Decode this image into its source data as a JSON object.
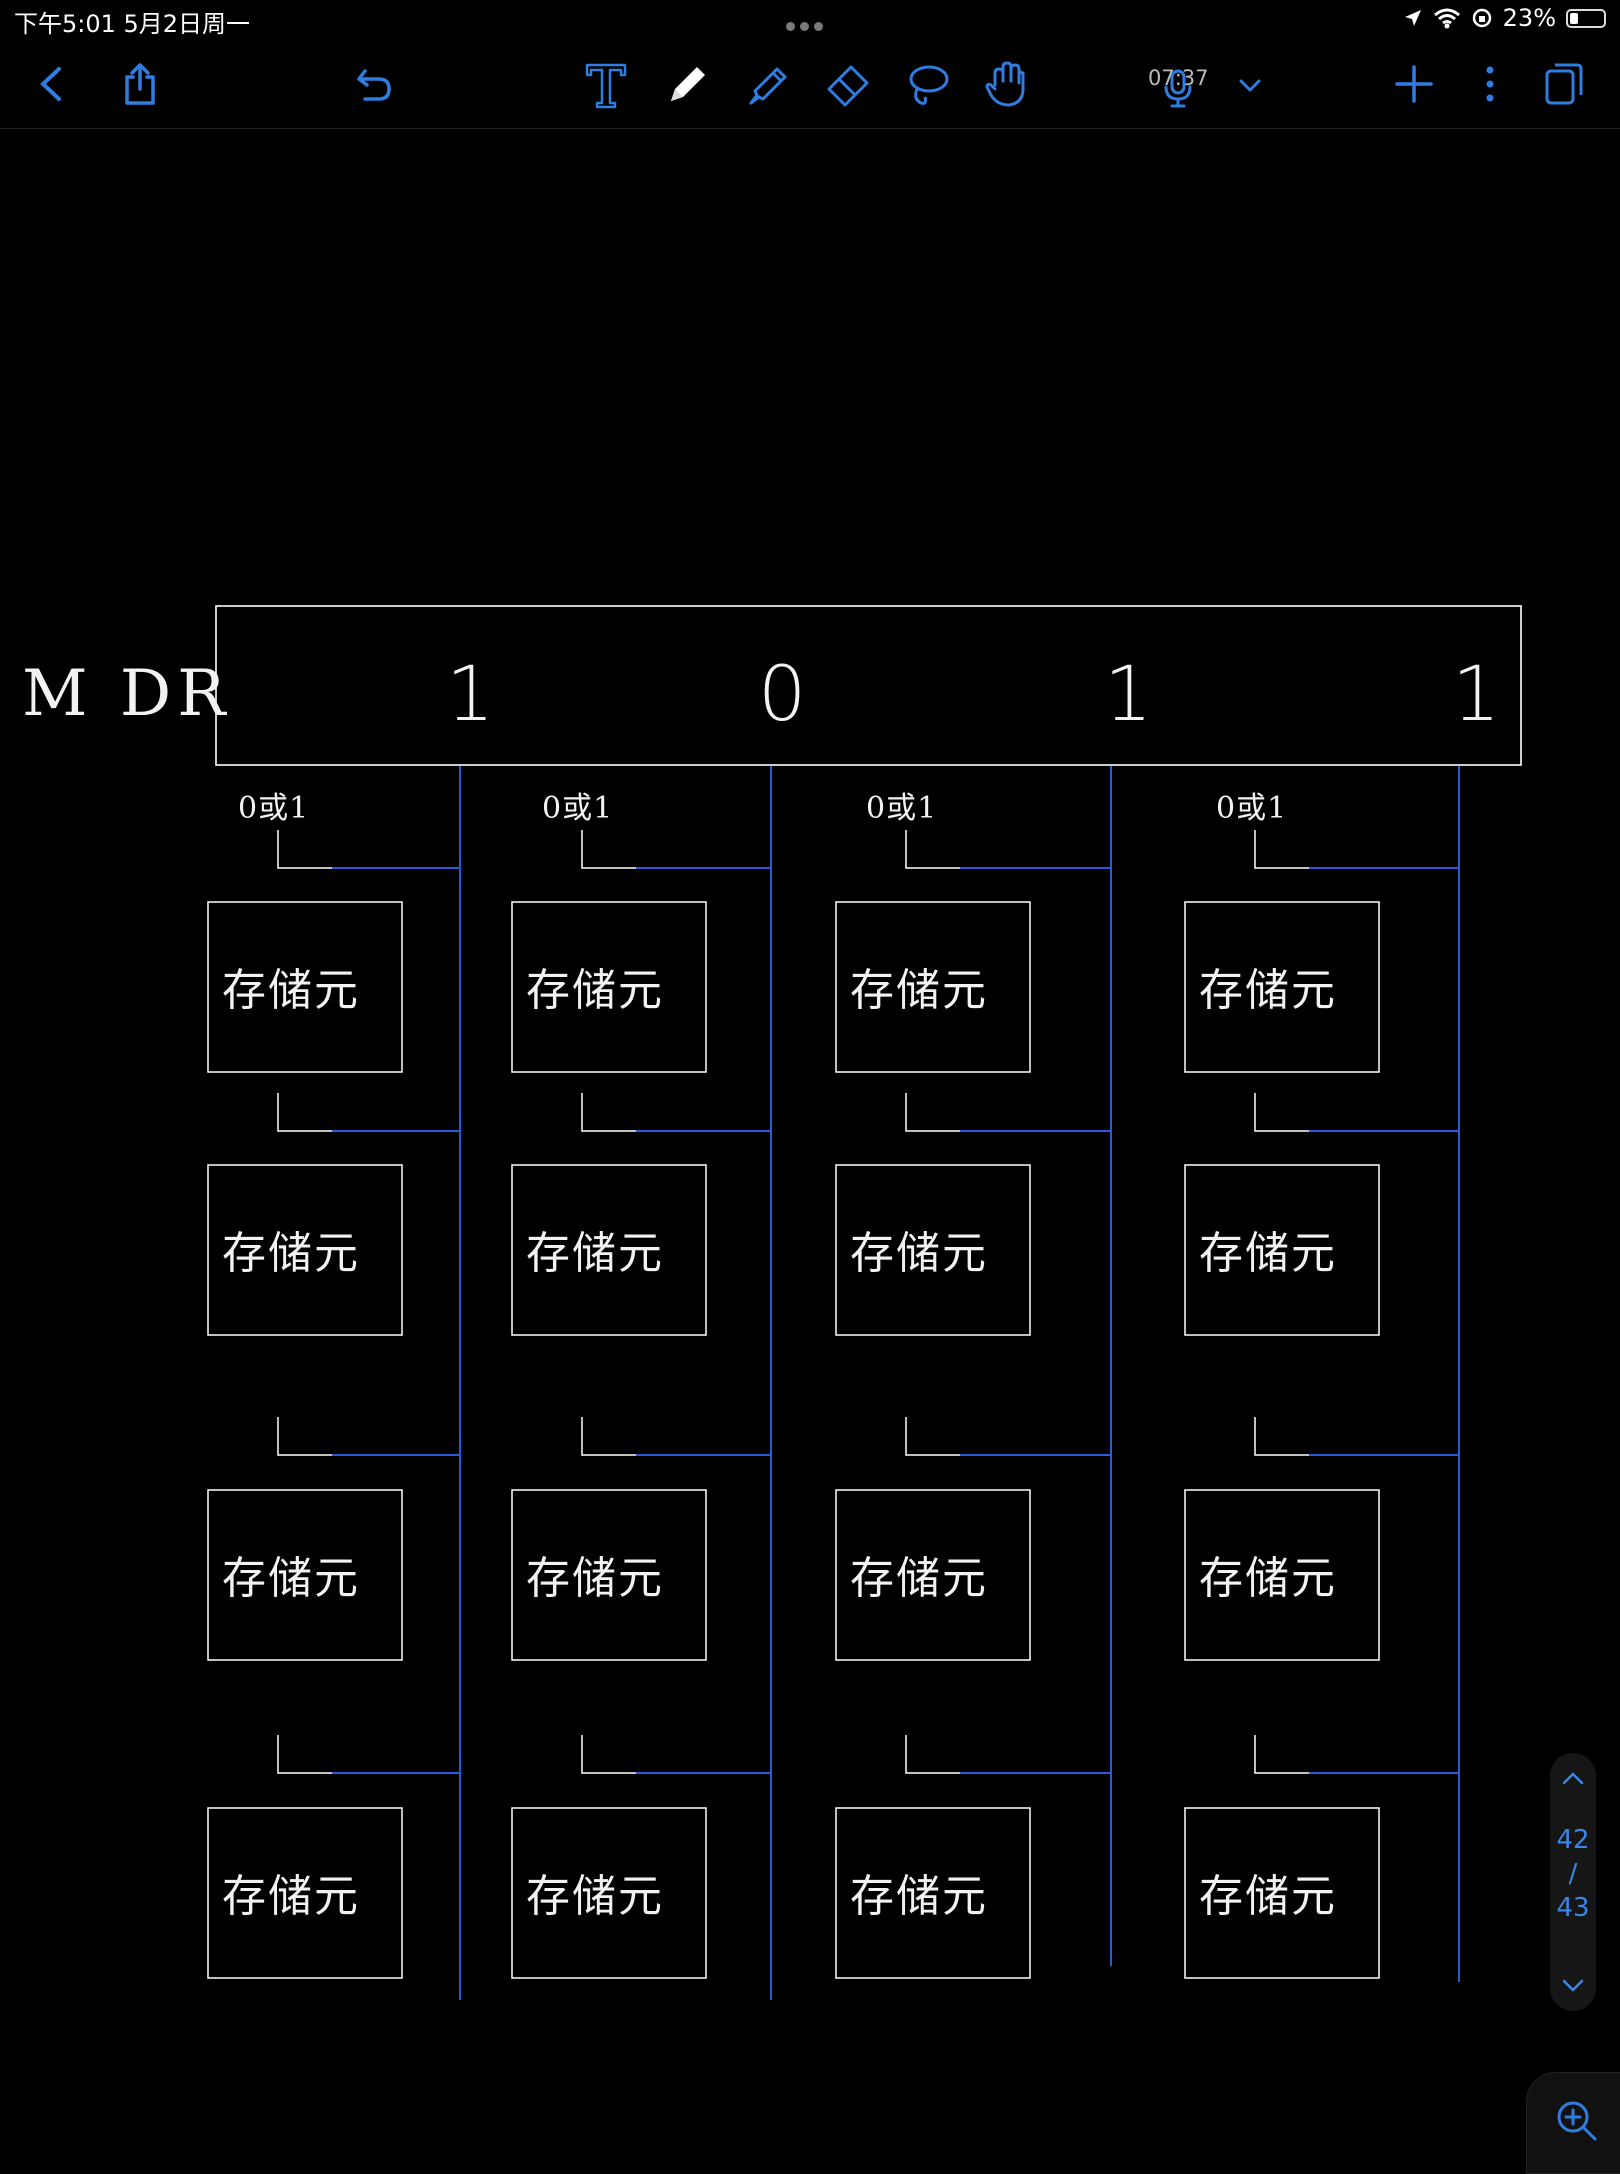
{
  "status_bar": {
    "time_date": "下午5:01   5月2日周一",
    "battery": "23%",
    "battery_level": 0.23
  },
  "toolbar": {
    "timer": "07:37",
    "accent_color": "#2f7de1",
    "icons": [
      "back-icon",
      "share-icon",
      "undo-icon",
      "text-tool-icon",
      "pen-icon",
      "highlighter-icon",
      "eraser-icon",
      "lasso-icon",
      "hand-icon",
      "microphone-icon",
      "chevron-down-icon",
      "add-icon",
      "more-icon",
      "pages-icon"
    ]
  },
  "note": {
    "mdr_label": "M DR",
    "mdr_bits": [
      "1",
      "0",
      "1",
      "1"
    ],
    "select_labels": [
      "0或1",
      "0或1",
      "0或1",
      "0或1"
    ],
    "cell_label": "存储元",
    "ink_color": "#ffffff",
    "wire_color": "#2a5bd7"
  },
  "pager": {
    "current": "42",
    "separator": "/",
    "total": "43"
  }
}
